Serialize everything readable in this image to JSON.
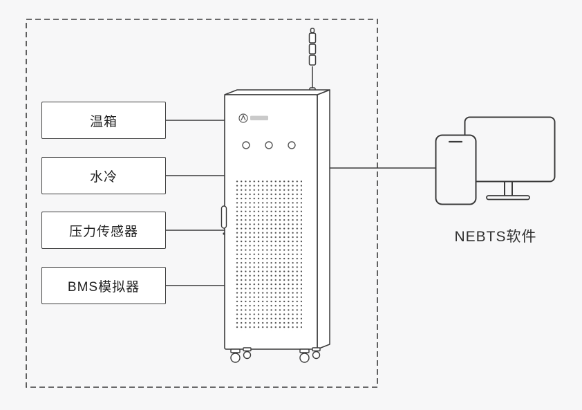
{
  "diagram": {
    "components": [
      {
        "label": "温箱"
      },
      {
        "label": "水冷"
      },
      {
        "label": "压力传感器"
      },
      {
        "label": "BMS模拟器"
      }
    ],
    "software_label": "NEBTS软件",
    "colors": {
      "background": "#f7f7f8",
      "line": "#3a3a3a",
      "box_fill": "#ffffff"
    }
  }
}
